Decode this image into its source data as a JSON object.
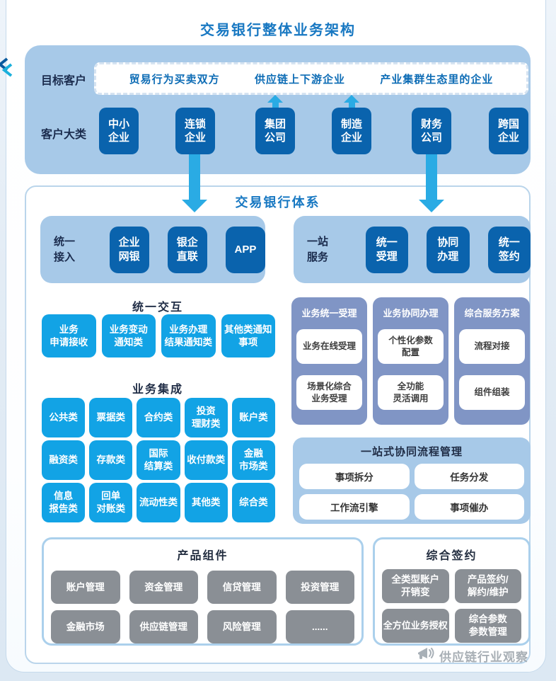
{
  "colors": {
    "accent_blue": "#1878c2",
    "dark_blue_box": "#0a63ad",
    "cyan_box": "#12a3e5",
    "cyan_arrow": "#2aabe4",
    "light_blue_panel": "#a7c9e8",
    "periwinkle_panel": "#8095c5",
    "gray_box": "#8a8f95",
    "navy_text": "#1b2c4e"
  },
  "title": "交易银行整体业务架构",
  "customer": {
    "target_label": "目标客户",
    "targets": [
      "贸易行为买卖双方",
      "供应链上下游企业",
      "产业集群生态里的企业"
    ],
    "category_label": "客户大类",
    "categories": [
      "中小\n企业",
      "连锁\n企业",
      "集团\n公司",
      "制造\n企业",
      "财务\n公司",
      "跨国\n企业"
    ]
  },
  "system": {
    "title": "交易银行体系",
    "access": {
      "label": "统一\n接入",
      "items": [
        "企业\n网银",
        "银企\n直联",
        "APP"
      ]
    },
    "service": {
      "label": "一站\n服务",
      "items": [
        "统一\n受理",
        "协同\n办理",
        "统一\n签约"
      ]
    },
    "interaction": {
      "heading": "统一交互",
      "items": [
        "业务\n申请接收",
        "业务变动\n通知类",
        "业务办理\n结果通知类",
        "其他类通知\n事项"
      ]
    },
    "integration": {
      "heading": "业务集成",
      "items": [
        "公共类",
        "票据类",
        "合约类",
        "投资\n理财类",
        "账户类",
        "融资类",
        "存款类",
        "国际\n结算类",
        "收付款类",
        "金融\n市场类",
        "信息\n报告类",
        "回单\n对账类",
        "流动性类",
        "其他类",
        "综合类"
      ]
    },
    "columns": [
      {
        "title": "业务统一受理",
        "cards": [
          "业务在线受理",
          "场景化综合\n业务受理"
        ]
      },
      {
        "title": "业务协同办理",
        "cards": [
          "个性化参数\n配置",
          "全功能\n灵活调用"
        ]
      },
      {
        "title": "综合服务方案",
        "cards": [
          "流程对接",
          "组件组装"
        ]
      }
    ],
    "flow": {
      "title": "一站式协同流程管理",
      "items": [
        "事项拆分",
        "任务分发",
        "工作流引擎",
        "事项催办"
      ]
    },
    "products": {
      "title": "产品组件",
      "items": [
        "账户管理",
        "资金管理",
        "信贷管理",
        "投资管理",
        "金融市场",
        "供应链管理",
        "风险管理",
        "......"
      ]
    },
    "signing": {
      "title": "综合签约",
      "items": [
        "全类型账户\n开销变",
        "产品签约/\n解约/维护",
        "全方位业务授权",
        "综合参数\n参数管理"
      ]
    }
  },
  "watermark": {
    "label": "供应链行业观察"
  }
}
